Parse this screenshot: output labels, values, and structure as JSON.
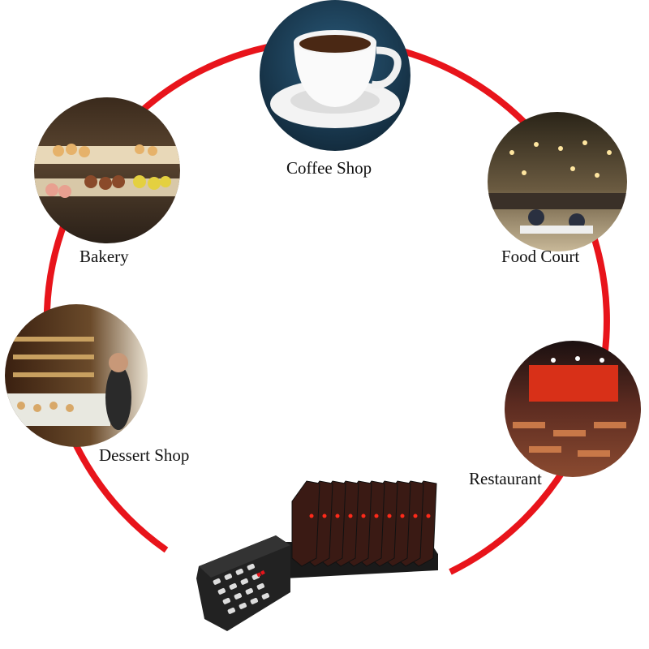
{
  "venues": [
    {
      "id": "coffee",
      "label": "Coffee Shop"
    },
    {
      "id": "bakery",
      "label": "Bakery"
    },
    {
      "id": "food-court",
      "label": "Food Court"
    },
    {
      "id": "dessert",
      "label": "Dessert Shop"
    },
    {
      "id": "restaurant",
      "label": "Restaurant"
    }
  ],
  "colors": {
    "ring": "#e8141b",
    "pager_light": "#ff2a1a"
  }
}
